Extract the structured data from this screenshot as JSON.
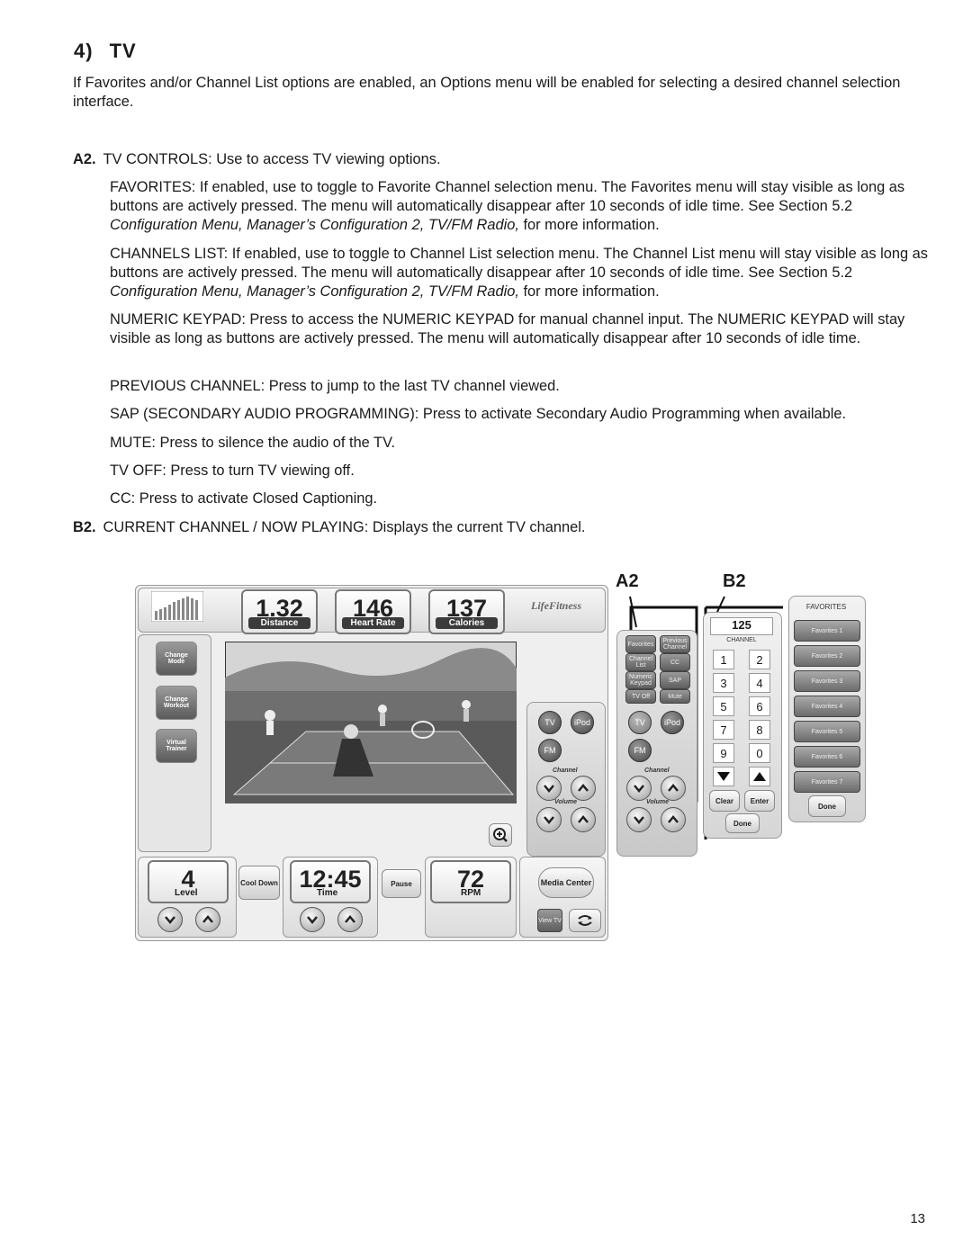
{
  "heading": {
    "number": "4)",
    "title": "TV"
  },
  "intro": "If Favorites and/or Channel List options are enabled, an Options menu will be enabled for selecting a desired channel selection interface.",
  "a2": {
    "label": "A2.",
    "text": "TV CONTROLS: Use to access TV viewing options."
  },
  "paragraphs": {
    "favorites_1": "FAVORITES: If enabled, use to toggle to Favorite Channel selection menu. The Favorites menu will stay visible as long as buttons are actively pressed. The menu will automatically disappear after 10 seconds of idle time. See Section 5.2 ",
    "favorites_ital": "Configuration Menu, Manager’s Configuration 2, TV/FM Radio,",
    "favorites_2": " for more information.",
    "channels_1": "CHANNELS LIST: If enabled, use to toggle to Channel List selection menu. The Channel List menu will stay visible as long as buttons are actively pressed. The menu will automatically disappear after 10 seconds of idle time. See Section 5.2 ",
    "channels_ital": "Configuration Menu, Manager’s Configuration 2, TV/FM Radio,",
    "channels_2": " for more information.",
    "keypad": "NUMERIC KEYPAD: Press to access the NUMERIC KEYPAD for manual channel input. The NUMERIC KEYPAD will stay visible as long as buttons are actively pressed. The menu will automatically disappear after 10 seconds of idle time.",
    "previous": "PREVIOUS CHANNEL: Press to jump to the last TV channel viewed.",
    "sap": "SAP (SECONDARY AUDIO PROGRAMMING): Press to activate Secondary Audio Programming when available.",
    "mute": "MUTE: Press to silence the audio of the TV.",
    "tvoff": "TV OFF: Press to turn TV viewing off.",
    "cc": "CC: Press to activate Closed Captioning."
  },
  "b2": {
    "label": "B2.",
    "text": "CURRENT CHANNEL / NOW PLAYING: Displays the current TV channel."
  },
  "figure": {
    "callout_a2": "A2",
    "callout_b2": "B2",
    "brand": "LifeFitness",
    "readouts": [
      {
        "value": "1.32",
        "caption": "Distance"
      },
      {
        "value": "146",
        "caption": "Heart Rate"
      },
      {
        "value": "137",
        "caption": "Calories"
      }
    ],
    "left_buttons": [
      "Change Mode",
      "Change Workout",
      "Virtual Trainer"
    ],
    "bottom": {
      "level_value": "4",
      "level_caption": "Level",
      "cooldown": "Cool Down",
      "time_value": "12:45",
      "time_caption": "Time",
      "pause": "Pause",
      "rpm_value": "72",
      "rpm_caption": "RPM",
      "media_center": "Media Center",
      "view_tv": "View TV"
    },
    "media": {
      "tv": "TV",
      "ipod": "iPod",
      "fm": "FM",
      "channel": "Channel",
      "volume": "Volume"
    },
    "options": [
      "Favorites",
      "Previous Channel",
      "Channel List",
      "CC",
      "Numeric Keypad",
      "SAP",
      "TV Off",
      "Mute"
    ],
    "keypad": {
      "channel_value": "125",
      "channel_label": "CHANNEL",
      "keys": [
        "1",
        "2",
        "3",
        "4",
        "5",
        "6",
        "7",
        "8",
        "9",
        "0"
      ],
      "clear": "Clear",
      "enter": "Enter",
      "done": "Done"
    },
    "favorites": {
      "title": "FAVORITES",
      "items": [
        "Favorites 1",
        "Favorites 2",
        "Favorites 3",
        "Favorites 4",
        "Favorites 5",
        "Favorites 6",
        "Favorites 7"
      ],
      "done": "Done"
    }
  },
  "page_number": "13"
}
